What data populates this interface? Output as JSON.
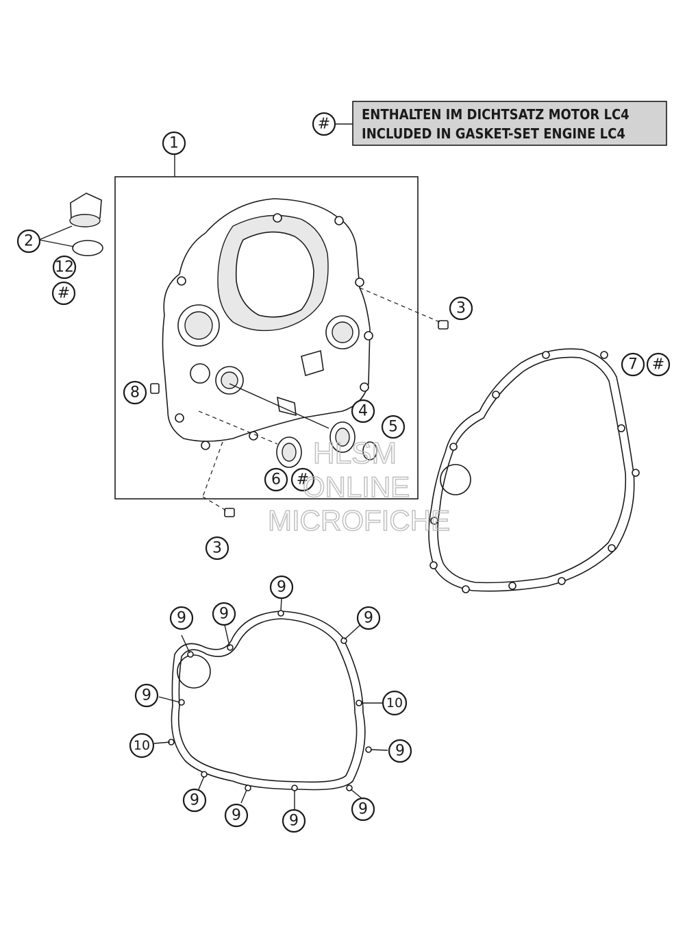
{
  "legend": {
    "symbol": "#",
    "line1": "ENTHALTEN IM DICHTSATZ MOTOR LC4",
    "line2": "INCLUDED IN GASKET-SET ENGINE LC4",
    "box_fill": "#d3d3d3"
  },
  "watermark": {
    "line1": "HLSM",
    "line2": "ONLINE",
    "line3": "MICROFICHE"
  },
  "callouts": {
    "c1": "1",
    "c2": "2",
    "c12": "12",
    "c2_hash": "#",
    "c3_top": "3",
    "c3_bottom": "3",
    "c4": "4",
    "c5": "5",
    "c6": "6",
    "c6_hash": "#",
    "c7": "7",
    "c7_hash": "#",
    "c8": "8",
    "g9_a": "9",
    "g9_b": "9",
    "g9_c": "9",
    "g9_d": "9",
    "g9_e": "9",
    "g9_f": "9",
    "g9_g": "9",
    "g9_h": "9",
    "g9_i": "9",
    "g9_j": "9",
    "g10_a": "10",
    "g10_b": "10"
  }
}
